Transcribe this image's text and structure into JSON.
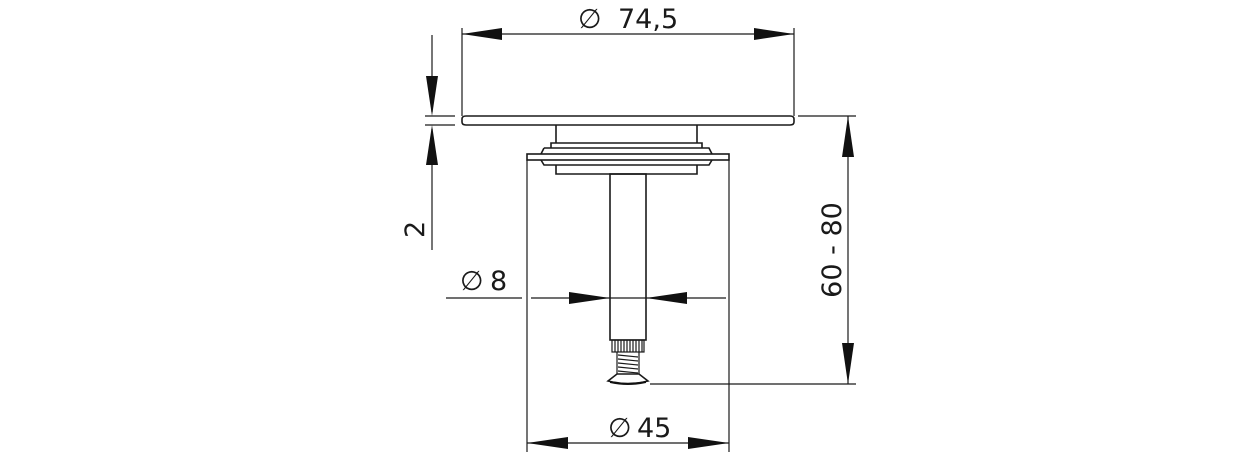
{
  "drawing": {
    "title": "Drain plug technical drawing",
    "line_color": "#1a1a1a",
    "background": "#ffffff"
  },
  "dimensions": {
    "top_diameter": {
      "symbol": "∅",
      "value": "74,5"
    },
    "plate_thickness": {
      "value": "2"
    },
    "stem_diameter": {
      "symbol": "∅",
      "value": "8"
    },
    "height_range": {
      "value": "60 - 80"
    },
    "bottom_diameter": {
      "symbol": "∅",
      "value": "45"
    }
  }
}
